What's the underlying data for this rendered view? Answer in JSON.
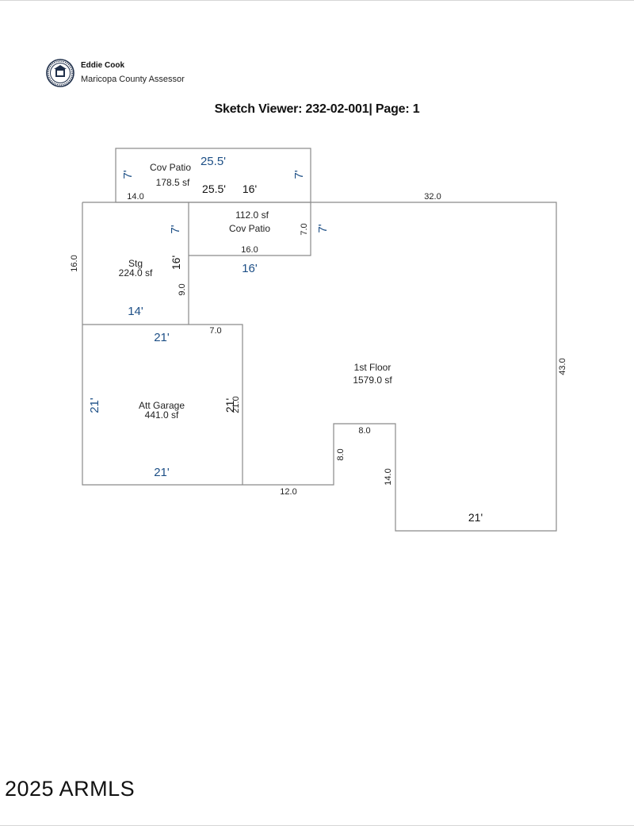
{
  "header": {
    "assessor_name": "Eddie Cook",
    "assessor_office": "Maricopa County Assessor",
    "seal_icon": "county-seal-icon"
  },
  "title": "Sketch Viewer: 232-02-001| Page: 1",
  "sketch": {
    "areas": {
      "cov_patio_top": {
        "name": "Cov Patio",
        "area": "178.5 sf"
      },
      "cov_patio_inner": {
        "name": "Cov Patio",
        "area": "112.0 sf"
      },
      "storage": {
        "name": "Stg",
        "area": "224.0 sf"
      },
      "garage": {
        "name": "Att Garage",
        "area": "441.0 sf"
      },
      "first_floor": {
        "name": "1st Floor",
        "area": "1579.0 sf"
      }
    },
    "dimensions": {
      "d_14_0": "14.0",
      "d_32_0": "32.0",
      "d_16_0_left": "16.0",
      "d_16_0_patio": "16.0",
      "d_7_0_patio": "7.0",
      "d_9_0": "9.0",
      "d_7_0_garage": "7.0",
      "d_21_0": "21.0",
      "d_12_0": "12.0",
      "d_8_0_top": "8.0",
      "d_8_0_side": "8.0",
      "d_14_0_side": "14.0",
      "d_43_0": "43.0"
    },
    "blue_labels": {
      "patio_top_width": "25.5'",
      "patio_top_left": "7'",
      "patio_top_right": "7'",
      "patio_inner_left": "7'",
      "patio_inner_right": "7'",
      "patio_inner_bottom": "16'",
      "stg_bottom": "14'",
      "garage_top": "21'",
      "garage_left": "21'",
      "garage_bottom": "21'"
    },
    "bold_labels": {
      "patio_bottom_width": "25.5'",
      "patio_inner_top": "16'",
      "stg_right": "16'",
      "garage_right": "21'",
      "floor_bottom": "21'"
    }
  },
  "footer": {
    "copyright": "2025 ARMLS"
  }
}
